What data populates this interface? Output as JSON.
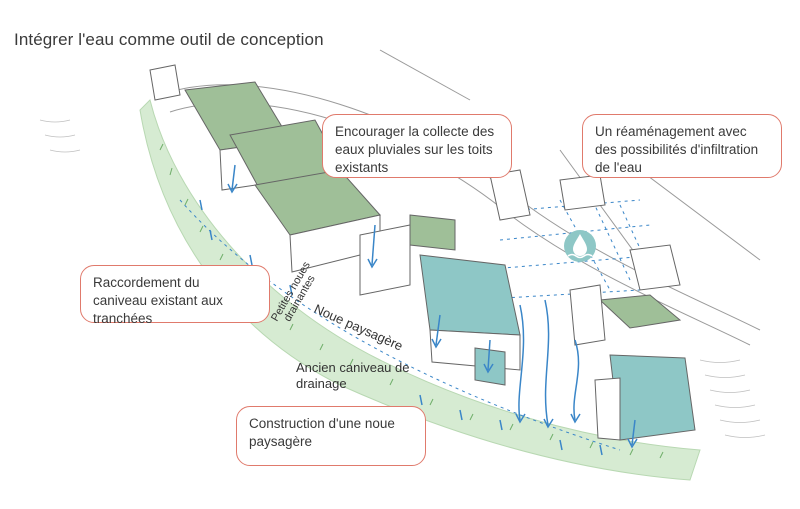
{
  "title": "Intégrer l'eau comme outil de conception",
  "callouts": {
    "rainwater": "Encourager la collecte des eaux pluviales sur les toits existants",
    "redevelopment": "Un réaménagement avec des possibilités d'infiltration de l'eau",
    "connection": "Raccordement du caniveau existant aux tranchées",
    "construction": "Construction d'une noue paysagère"
  },
  "labels": {
    "noue": "Noue paysagère",
    "small_noues_line1": "Petites noues",
    "small_noues_line2": "drainantes",
    "old_gutter": "Ancien caniveau de drainage"
  },
  "colors": {
    "green_band": "#d6ebd2",
    "roof_green": "#9fbf98",
    "roof_blue": "#8ec7c6",
    "water_arrow": "#3a86c8",
    "callout_border": "#e07a6c",
    "outline": "#6a6a6a"
  },
  "icons": [
    "water-drop-icon"
  ]
}
